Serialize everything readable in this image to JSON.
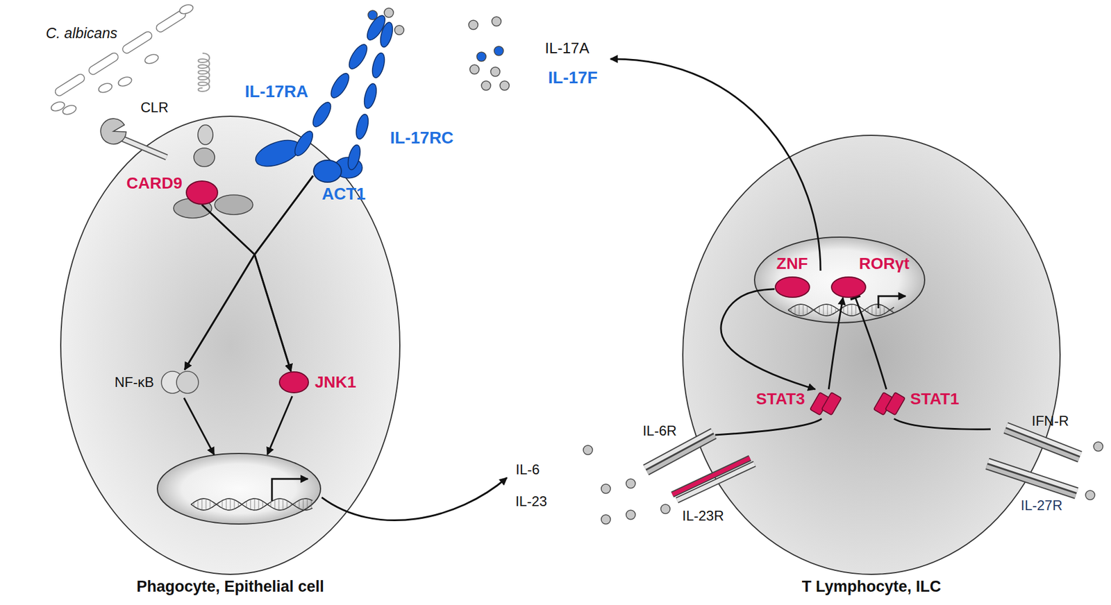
{
  "diagram": {
    "nodes": [
      {
        "text": [
          "Phagocyte, Epithelial cell"
        ]
      },
      {
        "text": [
          "CARD9"
        ],
        "in": 0
      },
      {
        "text": [
          "ACT1"
        ],
        "in": 0
      },
      {
        "text": [
          "NF-κB"
        ],
        "in": 0
      },
      {
        "text": [
          "JNK1"
        ],
        "in": 0
      },
      {
        "text": [
          "T Lymphocyte, ILC"
        ]
      },
      {
        "text": [
          "ZNF"
        ],
        "in": 5
      },
      {
        "text": [
          "RORγt"
        ],
        "in": 5
      },
      {
        "text": [
          "STAT3"
        ],
        "in": 5
      },
      {
        "text": [
          "STAT1"
        ],
        "in": 5
      }
    ],
    "edges": [
      {
        "from": 1,
        "to": 3,
        "arrow": "to"
      },
      {
        "from": 1,
        "to": 4,
        "arrow": "to"
      },
      {
        "from": 2,
        "to": 3,
        "arrow": "to"
      },
      {
        "from": 2,
        "to": 4,
        "arrow": "to"
      },
      {
        "from": 6,
        "to": 8,
        "arrow": "to"
      },
      {
        "from": 8,
        "to": 7,
        "arrow": "to"
      },
      {
        "from": 9,
        "to": 7,
        "arrow": "to"
      }
    ],
    "labels": [
      "C. albicans",
      "CLR",
      "IL-17RA",
      "IL-17RC",
      "IL-17A",
      "IL-17F",
      "IL-6",
      "IL-23",
      "IL-6R",
      "IL-23R",
      "IFN-R",
      "IL-27R"
    ]
  }
}
